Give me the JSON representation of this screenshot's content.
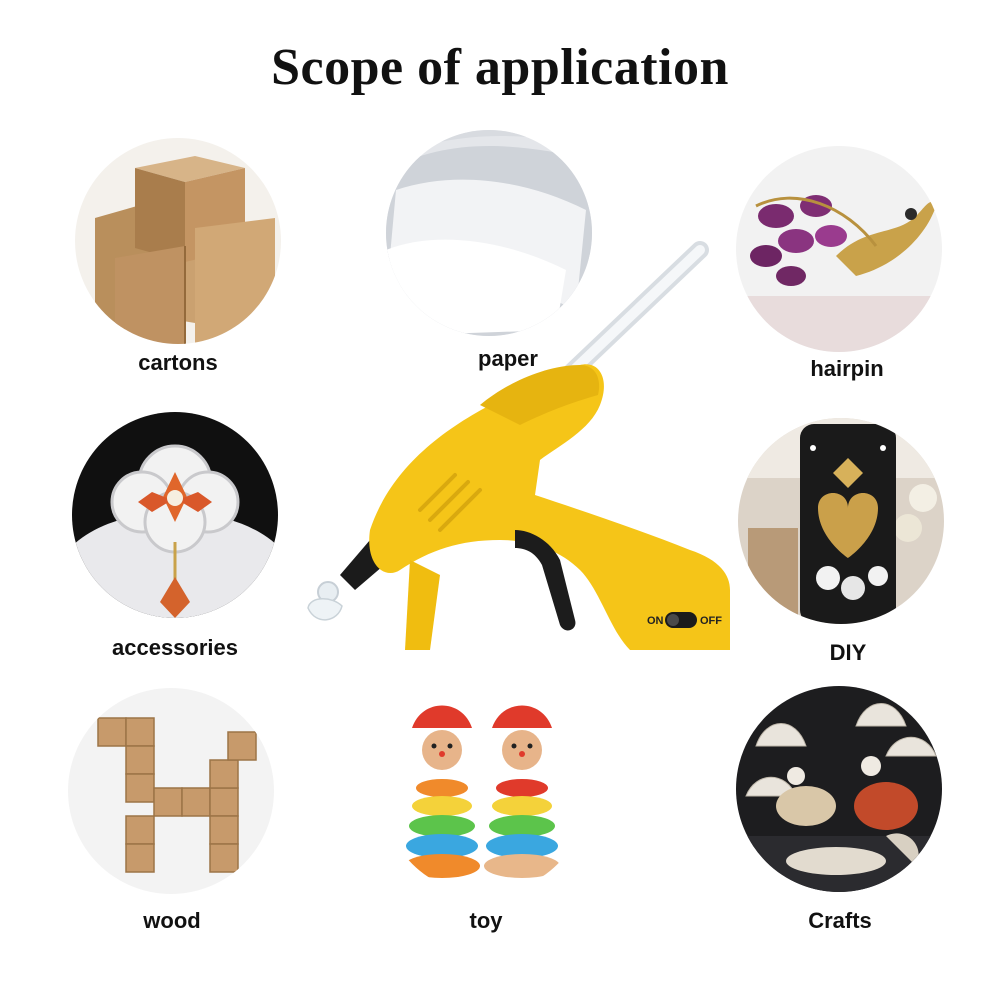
{
  "title": "Scope of application",
  "items": [
    {
      "label": "cartons",
      "icon": "cartons-image"
    },
    {
      "label": "paper",
      "icon": "paper-image"
    },
    {
      "label": "hairpin",
      "icon": "hairpin-image"
    },
    {
      "label": "accessories",
      "icon": "accessories-image"
    },
    {
      "label": "DIY",
      "icon": "diy-image"
    },
    {
      "label": "wood",
      "icon": "wood-image"
    },
    {
      "label": "toy",
      "icon": "toy-image"
    },
    {
      "label": "Crafts",
      "icon": "crafts-image"
    }
  ],
  "gun": {
    "switch_on": "ON",
    "switch_off": "OFF",
    "body_color": "#f5c518"
  }
}
